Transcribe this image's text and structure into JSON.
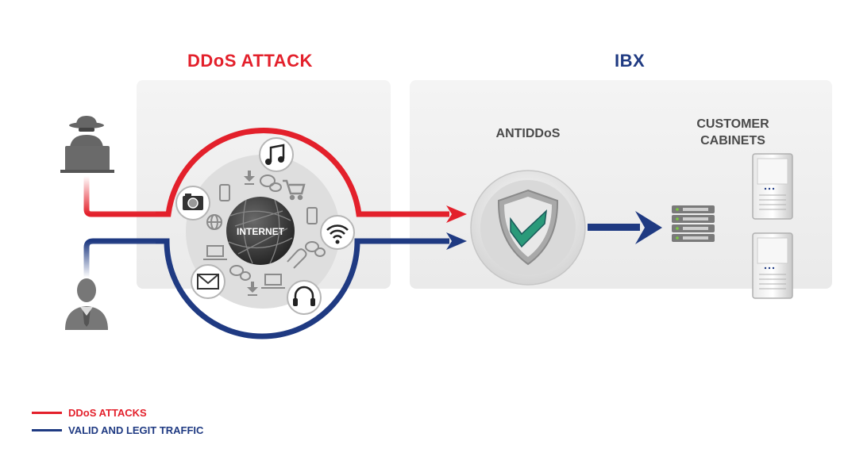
{
  "headings": {
    "attack": "DDoS ATTACK",
    "ibx": "IBX"
  },
  "nodes": {
    "internet": "INTERNET",
    "antiddos": "ANTIDDoS",
    "customer_cabinets_line1": "CUSTOMER",
    "customer_cabinets_line2": "CABINETS"
  },
  "legend": {
    "attacks": "DDoS ATTACKS",
    "legit": "VALID AND LEGIT TRAFFIC"
  },
  "colors": {
    "attack": "#e3202b",
    "legit": "#1f3a82",
    "panel": "#f1f1f1",
    "globe": "#3a3a3a"
  },
  "icons": [
    "hacker-icon",
    "user-icon",
    "music-icon",
    "camera-icon",
    "cart-icon",
    "phone-icon",
    "wifi-icon",
    "globe-icon",
    "laptop-icon",
    "email-icon",
    "headphones-icon",
    "paperclip-icon",
    "chat-icon",
    "download-icon",
    "shield-check-icon",
    "switch-icon",
    "server-icon"
  ]
}
